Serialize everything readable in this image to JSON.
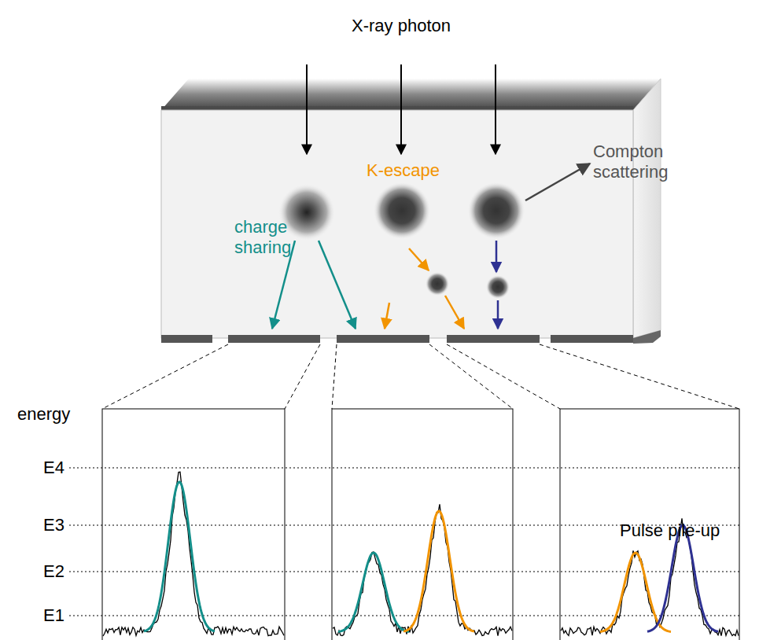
{
  "diagram": {
    "labels": [
      "X-ray photon",
      "charge sharing",
      "K-escape",
      "Compton scattering",
      "energy",
      "E4",
      "E3",
      "E2",
      "E1",
      "Pulse pile-up"
    ]
  }
}
